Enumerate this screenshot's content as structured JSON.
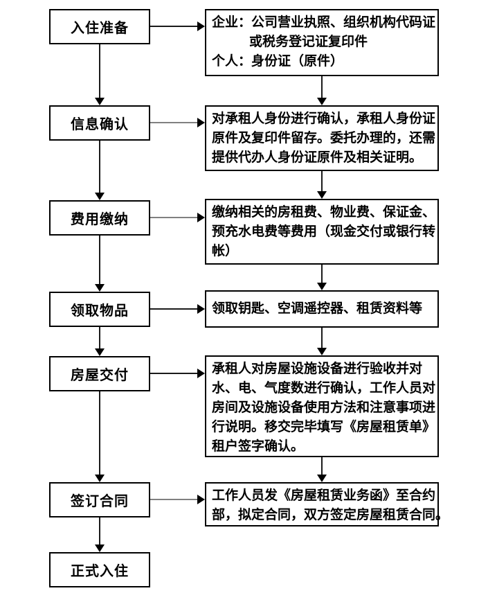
{
  "diagram": {
    "type": "flowchart",
    "direction": "top-down",
    "colors": {
      "background": "#ffffff",
      "box_border": "#000000",
      "text": "#000000",
      "connector_dark": "#1a1a1a",
      "connector_gray": "#808080"
    },
    "steps": [
      {
        "label": "入住准备",
        "detail_lines": [
          "企业：公司营业执照、组织机构代码证",
          "或税务登记证复印件",
          "个人：身份证（原件）"
        ]
      },
      {
        "label": "信息确认",
        "detail_lines": [
          "对承租人身份进行确认，承租人身份证",
          "原件及复印件留存。委托办理的，还需",
          "提供代办人身份证原件及相关证明。"
        ]
      },
      {
        "label": "费用缴纳",
        "detail_lines": [
          "缴纳相关的房租费、物业费、保证金、",
          "预充水电费等费用（现金交付或银行转",
          "帐）"
        ]
      },
      {
        "label": "领取物品",
        "detail_lines": [
          "领取钥匙、空调遥控器、租赁资料等"
        ]
      },
      {
        "label": "房屋交付",
        "detail_lines": [
          "承租人对房屋设施设备进行验收并对",
          "水、电、气度数进行确认，工作人员对",
          "房间及设施设备使用方法和注意事项进",
          "行说明。移交完毕填写《房屋租赁单》",
          "租户签字确认。"
        ]
      },
      {
        "label": "签订合同",
        "detail_lines": [
          "工作人员发《房屋租赁业务函》至合约",
          "部，拟定合同，双方签定房屋租赁合同。"
        ]
      },
      {
        "label": "正式入住",
        "detail_lines": []
      }
    ]
  }
}
